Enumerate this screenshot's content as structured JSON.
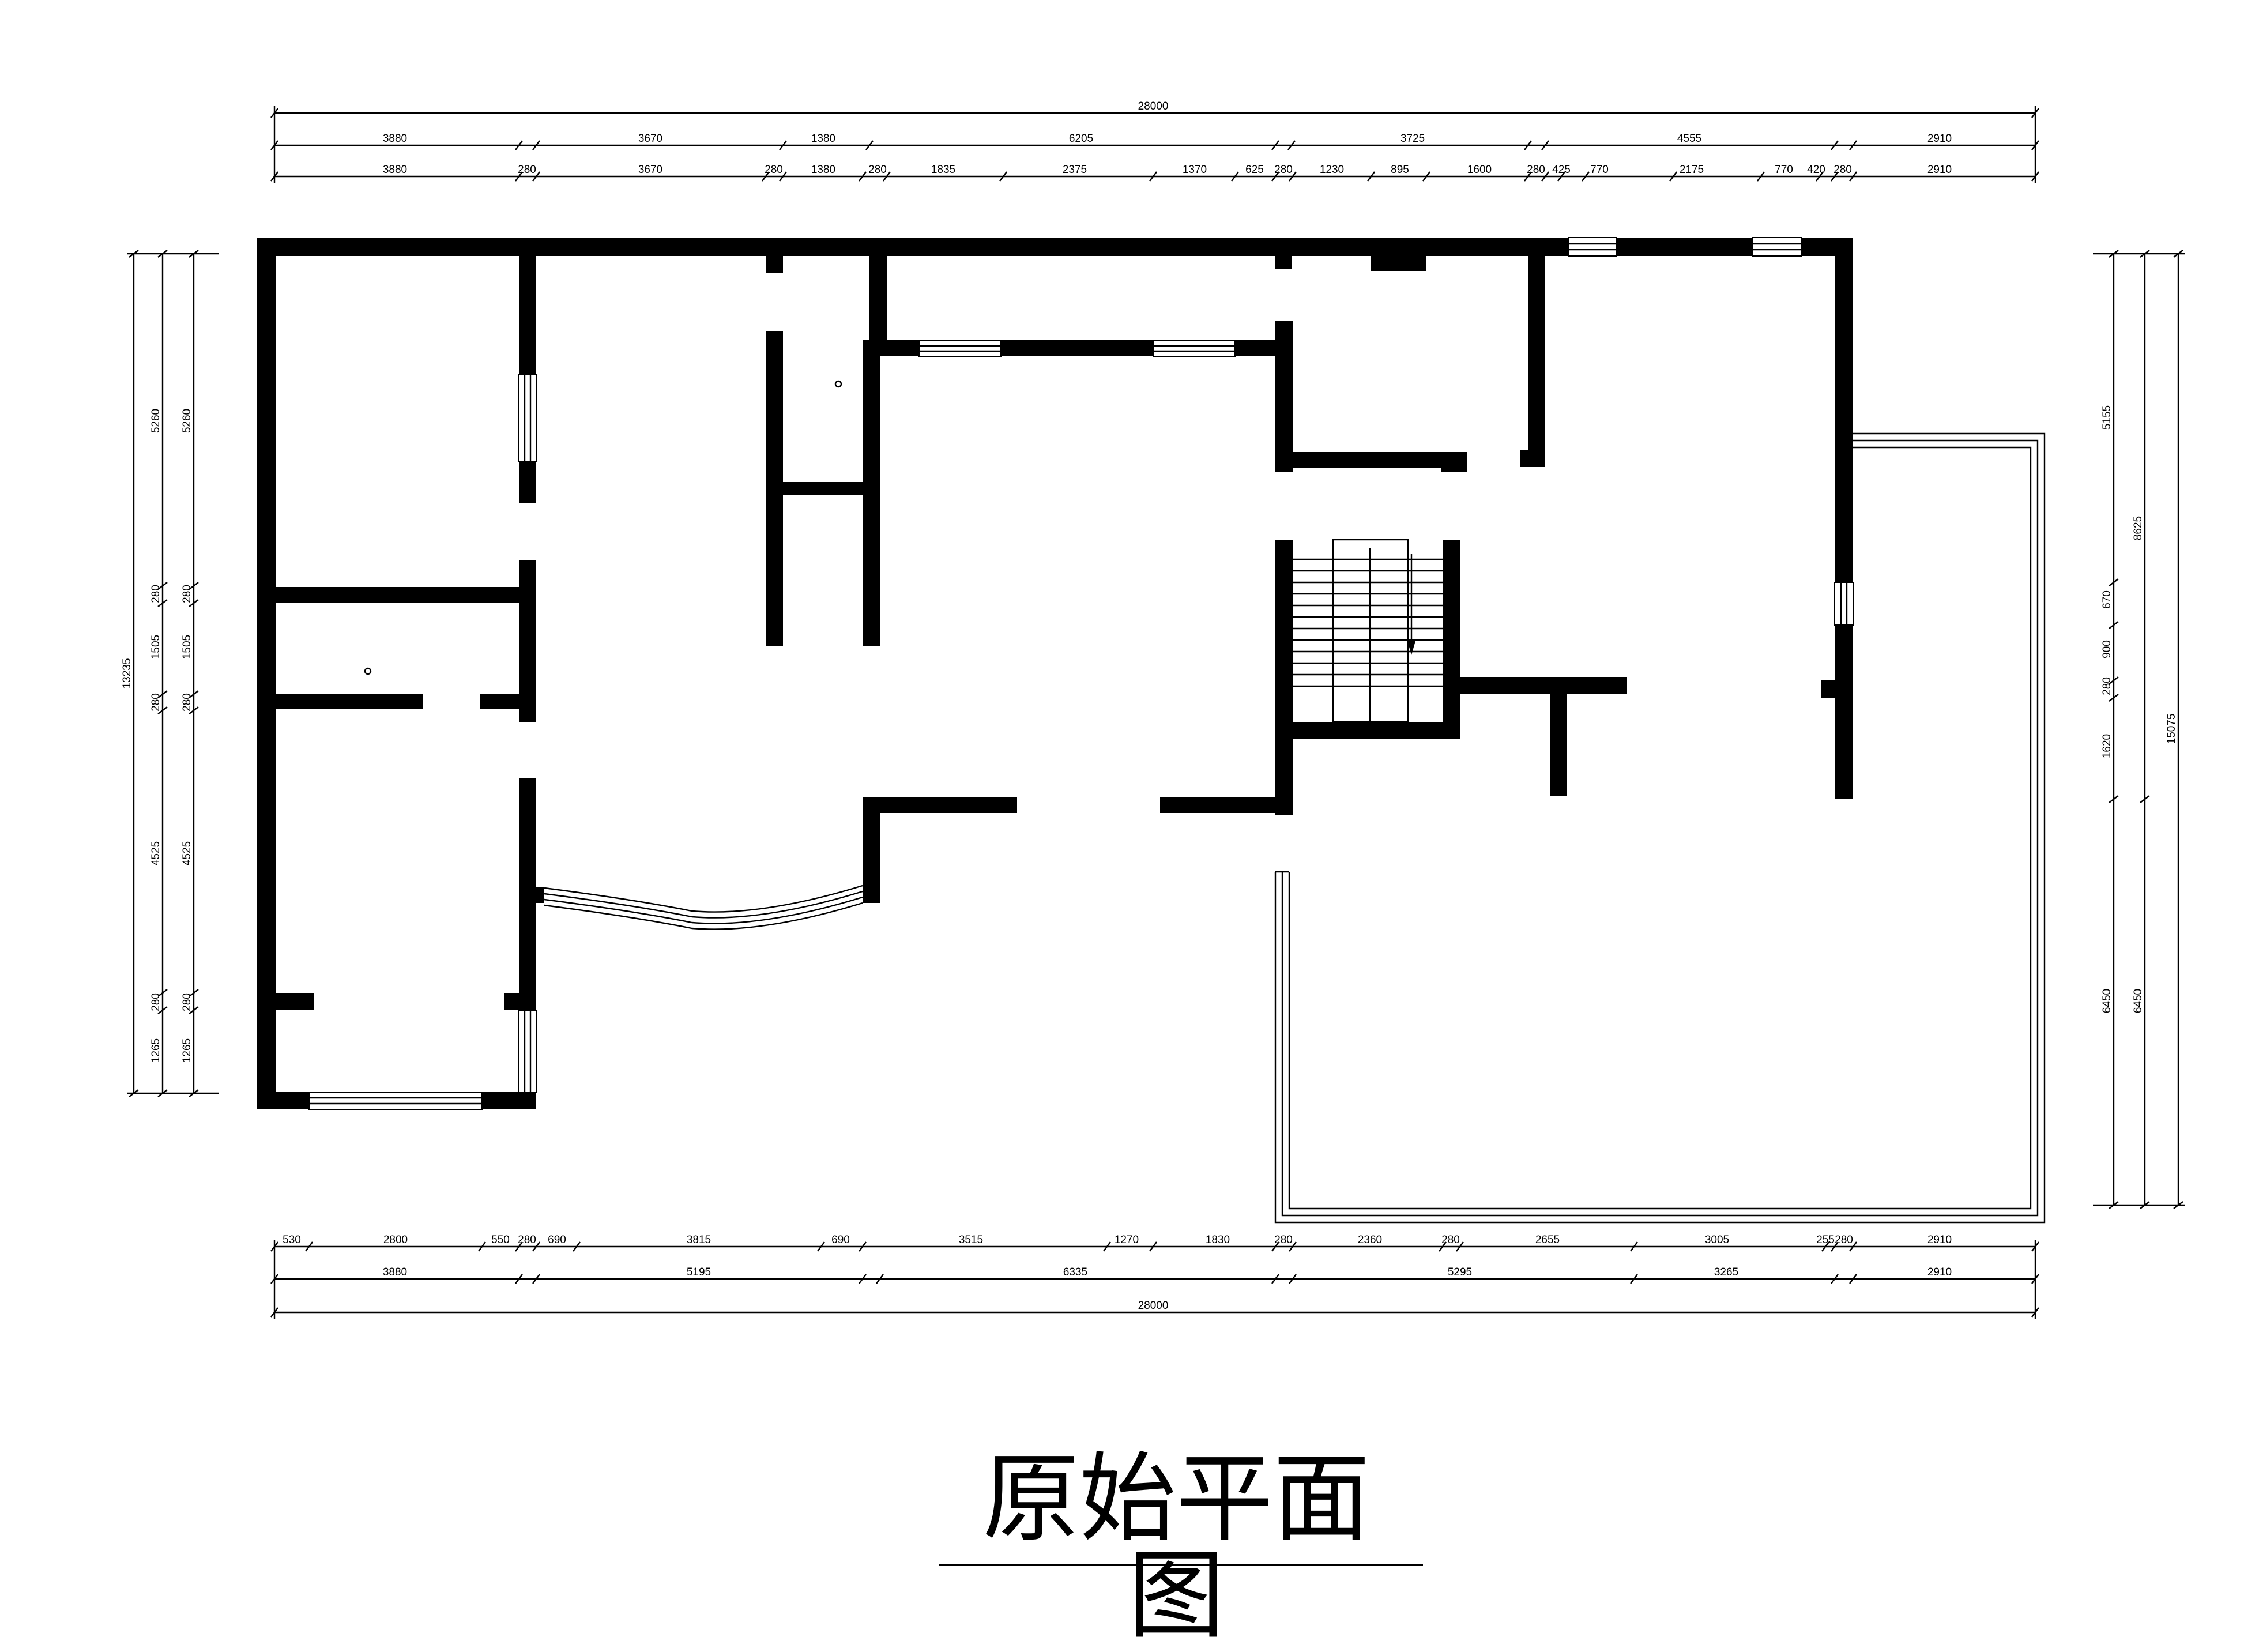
{
  "title": "原始平面图",
  "dims": {
    "top_overall": "28000",
    "top_row1": [
      "3880",
      "3670",
      "1380",
      "6205",
      "3725",
      "4555",
      "2910"
    ],
    "top_row2": [
      "3880",
      "280",
      "3670",
      "280",
      "1380",
      "280",
      "1835",
      "2375",
      "1370",
      "625",
      "280",
      "1230",
      "895",
      "1600",
      "280",
      "425",
      "770",
      "2175",
      "770",
      "420",
      "280",
      "2910"
    ],
    "bottom_row1": [
      "530",
      "2800",
      "550",
      "280",
      "690",
      "3815",
      "690",
      "3515",
      "1270",
      "1830",
      "280",
      "2360",
      "280",
      "2655",
      "3005",
      "255",
      "280",
      "2910"
    ],
    "bottom_row2": [
      "3880",
      "5195",
      "6335",
      "5295",
      "3265",
      "2910"
    ],
    "bottom_overall": "28000",
    "left_outer": "13235",
    "left_mid": [
      "5260",
      "280",
      "1505",
      "280",
      "4525",
      "280",
      "1265"
    ],
    "left_inner": [
      "5260",
      "280",
      "1505",
      "280",
      "4525",
      "280",
      "1265"
    ],
    "right_inner": [
      "5155",
      "670",
      "900",
      "280",
      "1620",
      "6450"
    ],
    "right_mid": [
      "8625",
      "6450"
    ],
    "right_outer": "15075"
  }
}
